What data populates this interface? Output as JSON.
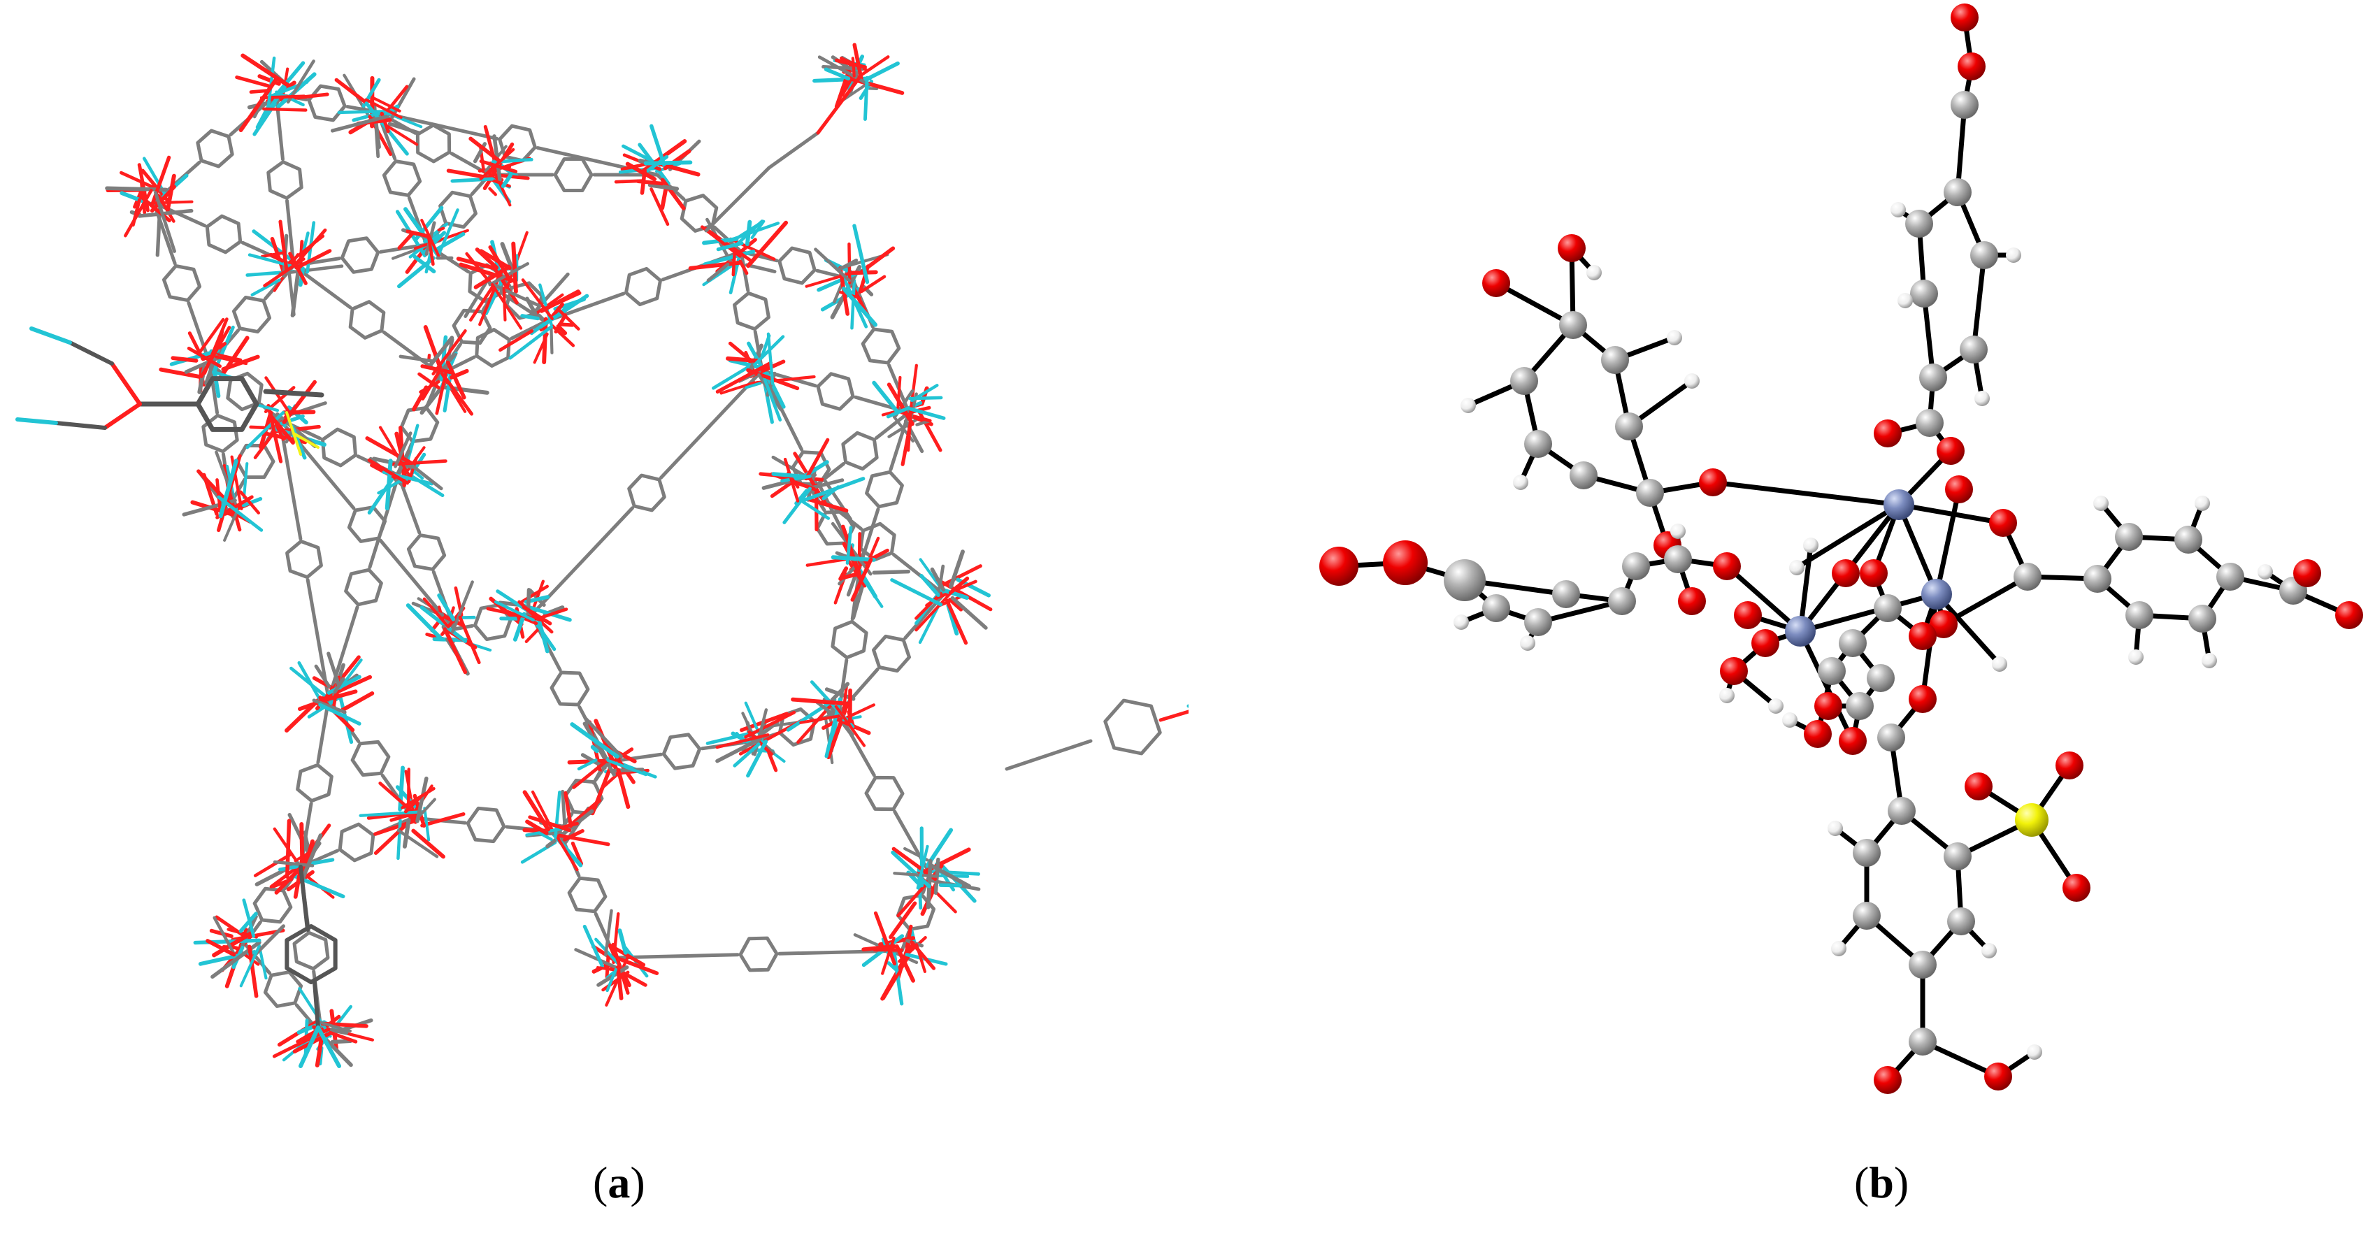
{
  "panels": [
    {
      "id": "a",
      "label": "a"
    },
    {
      "id": "b",
      "label": "b"
    }
  ],
  "colors": {
    "carbon_bond": "#7d7d7d",
    "carbon_bond_dark": "#555555",
    "oxygen": "#ff1e1e",
    "zinc_or_metal_a": "#22c4d4",
    "sulfur": "#f2f21a",
    "metal_b": "#7f8fc0",
    "carbon_atom": "#b9b9b9",
    "hydrogen": "#f4f4f4",
    "bond_b": "#000000"
  }
}
